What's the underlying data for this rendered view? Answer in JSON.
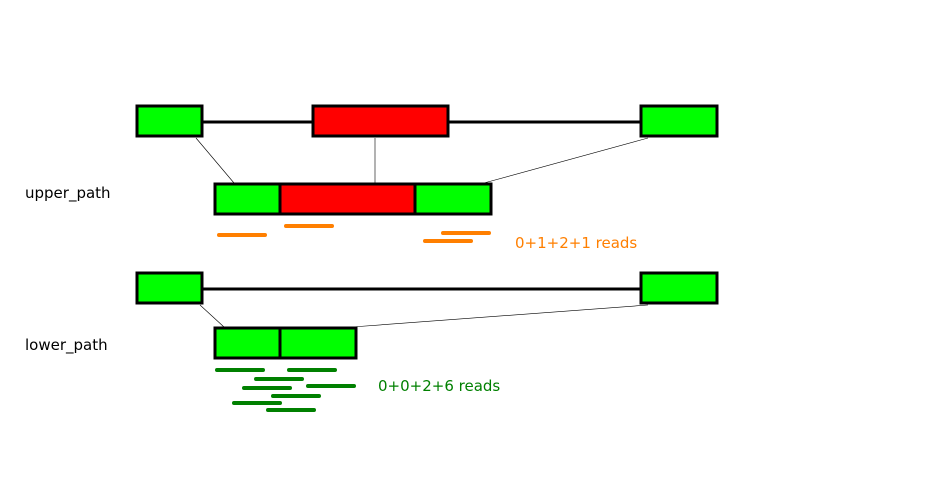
{
  "upper": {
    "label": "upper_path",
    "reads_label": "0+1+2+1 reads",
    "reads_color": "#ff7f00",
    "exon_colors": [
      "#00ff00",
      "#ff0000",
      "#00ff00"
    ]
  },
  "lower": {
    "label": "lower_path",
    "reads_label": "0+0+2+6 reads",
    "reads_color": "#008000",
    "exon_colors": [
      "#00ff00",
      "#00ff00"
    ]
  },
  "colors": {
    "exon_green": "#00ff00",
    "exon_red": "#ff0000",
    "outline": "#000000"
  }
}
